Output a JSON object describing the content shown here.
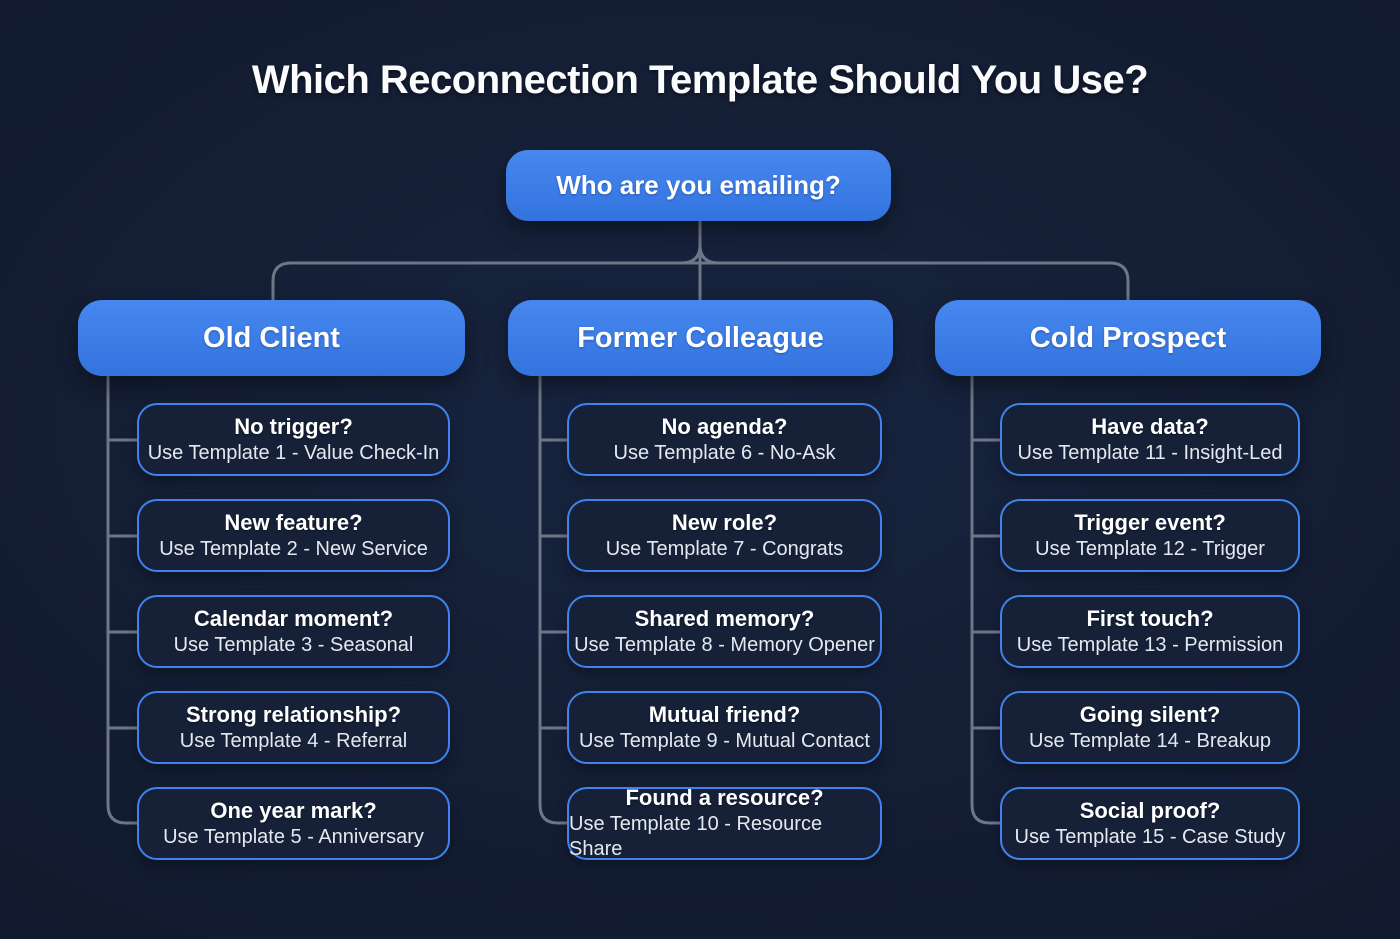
{
  "page": {
    "title": "Which Reconnection Template Should You Use?",
    "background_color": "#131d32",
    "accent_blue": "#3b7ce4",
    "leaf_border_blue": "#4083ec",
    "leaf_fill": "#162138",
    "connector_gray": "#6d7787",
    "text_white": "#ffffff"
  },
  "root": {
    "label": "Who are you emailing?"
  },
  "columns": [
    {
      "header": "Old Client",
      "leaves": [
        {
          "question": "No trigger?",
          "answer": "Use Template 1 - Value Check-In"
        },
        {
          "question": "New feature?",
          "answer": "Use Template 2 - New Service"
        },
        {
          "question": "Calendar moment?",
          "answer": "Use Template 3 - Seasonal"
        },
        {
          "question": "Strong relationship?",
          "answer": "Use Template 4 - Referral"
        },
        {
          "question": "One year mark?",
          "answer": "Use Template 5 - Anniversary"
        }
      ]
    },
    {
      "header": "Former Colleague",
      "leaves": [
        {
          "question": "No agenda?",
          "answer": "Use Template 6 - No-Ask"
        },
        {
          "question": "New role?",
          "answer": "Use Template 7 - Congrats"
        },
        {
          "question": "Shared memory?",
          "answer": "Use Template 8 - Memory Opener"
        },
        {
          "question": "Mutual friend?",
          "answer": "Use Template 9 - Mutual Contact"
        },
        {
          "question": "Found a resource?",
          "answer": "Use Template 10 - Resource Share"
        }
      ]
    },
    {
      "header": "Cold Prospect",
      "leaves": [
        {
          "question": "Have data?",
          "answer": "Use Template 11 - Insight-Led"
        },
        {
          "question": "Trigger event?",
          "answer": "Use Template 12 - Trigger"
        },
        {
          "question": "First touch?",
          "answer": "Use Template 13 - Permission"
        },
        {
          "question": "Going silent?",
          "answer": "Use Template 14 - Breakup"
        },
        {
          "question": "Social proof?",
          "answer": "Use Template 15 - Case Study"
        }
      ]
    }
  ]
}
